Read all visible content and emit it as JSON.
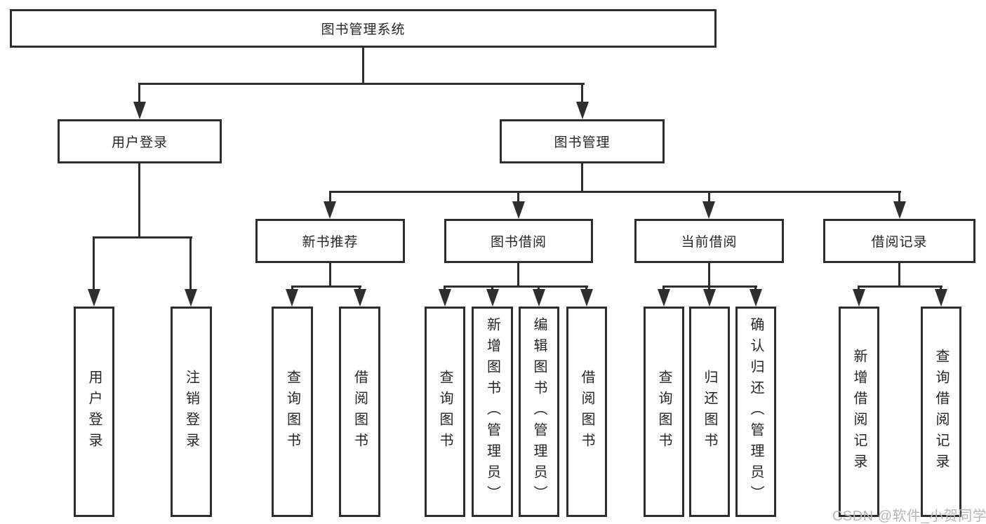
{
  "watermark": "CSDN @软件_小贺同学",
  "nodes": {
    "root": "图书管理系统",
    "userLogin": "用户登录",
    "bookMgmt": "图书管理",
    "newBookRec": "新书推荐",
    "bookBorrow": "图书借阅",
    "currentBorrow": "当前借阅",
    "borrowRecords": "借阅记录",
    "leafUserLogin": "用户登录",
    "leafLogout": "注销登录",
    "recQueryBooks": "查询图书",
    "recBorrowBooks": "借阅图书",
    "bbQueryBooks": "查询图书",
    "bbAddBooks": "新增图书（管理员）",
    "bbEditBooks": "编辑图书（管理员）",
    "bbBorrowBooks": "借阅图书",
    "cbQueryBooks": "查询图书",
    "cbReturnBooks": "归还图书",
    "cbConfirmReturn": "确认归还（管理员）",
    "brAddRecord": "新增借阅记录",
    "brQueryRecord": "查询借阅记录"
  },
  "structure": {
    "图书管理系统": {
      "用户登录": [
        "用户登录",
        "注销登录"
      ],
      "图书管理": {
        "新书推荐": [
          "查询图书",
          "借阅图书"
        ],
        "图书借阅": [
          "查询图书",
          "新增图书（管理员）",
          "编辑图书（管理员）",
          "借阅图书"
        ],
        "当前借阅": [
          "查询图书",
          "归还图书",
          "确认归还（管理员）"
        ],
        "借阅记录": [
          "新增借阅记录",
          "查询借阅记录"
        ]
      }
    }
  },
  "colors": {
    "line": "#2e2e2e",
    "text": "#262626",
    "watermark": "#b4b7ba",
    "background": "#ffffff"
  }
}
